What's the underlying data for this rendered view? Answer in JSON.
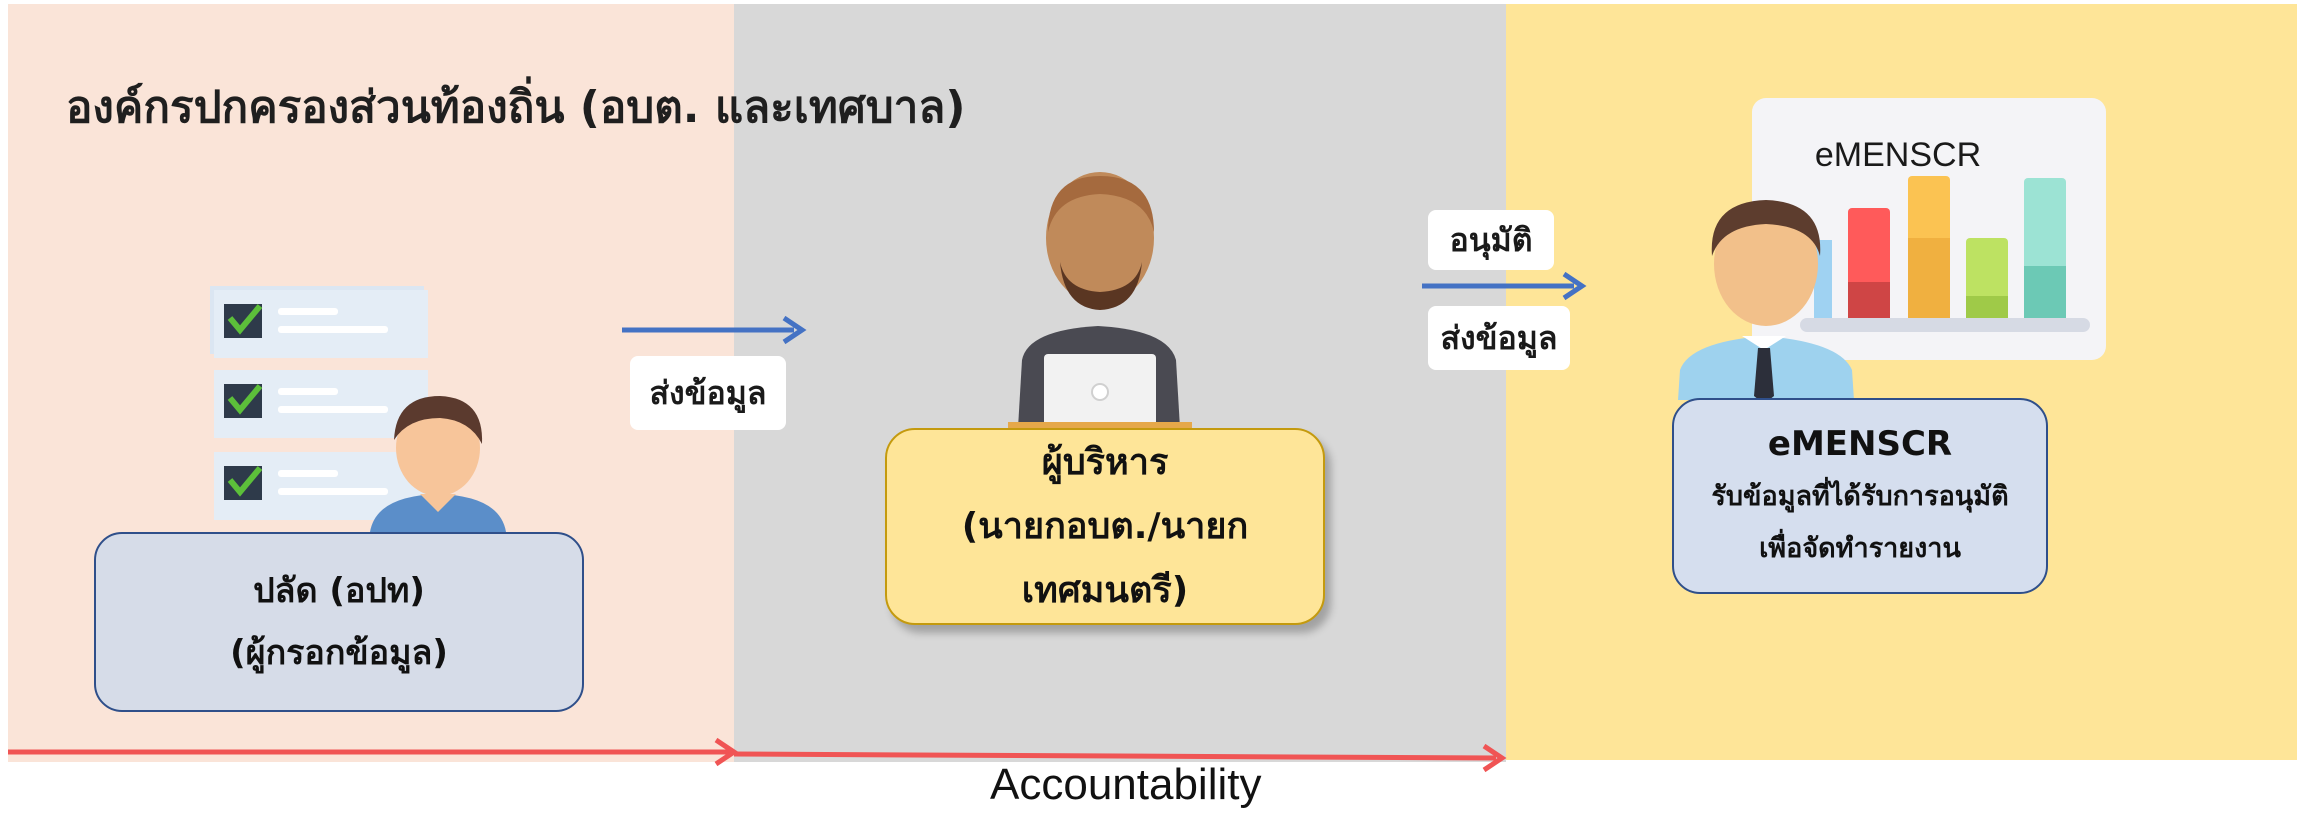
{
  "title": "องค์กรปกครองส่วนท้องถิ่น (อบต. และเทศบาล)",
  "clerk": {
    "line1": "ปลัด (อปท)",
    "line2": "(ผู้กรอกข้อมูล)"
  },
  "executive": {
    "line1": "ผู้บริหาร",
    "line2": "(นายกอบต./นายกเทศมนตรี)"
  },
  "system": {
    "name": "eMENSCR",
    "line1": "รับข้อมูลที่ได้รับการอนุมัติ",
    "line2": "เพื่อจัดทำรายงาน",
    "chart_title": "eMENSCR"
  },
  "arrows": {
    "send_label_1": "ส่งข้อมูล",
    "approve_label": "อนุมัติ",
    "send_label_2": "ส่งข้อมูล"
  },
  "footer": {
    "accountability": "Accountability"
  },
  "colors": {
    "left_panel": "#fae4d8",
    "middle_panel": "#d8d8d8",
    "right_panel": "#fee598",
    "flow_arrow": "#4472c4",
    "accountability_arrow": "#f05454"
  }
}
